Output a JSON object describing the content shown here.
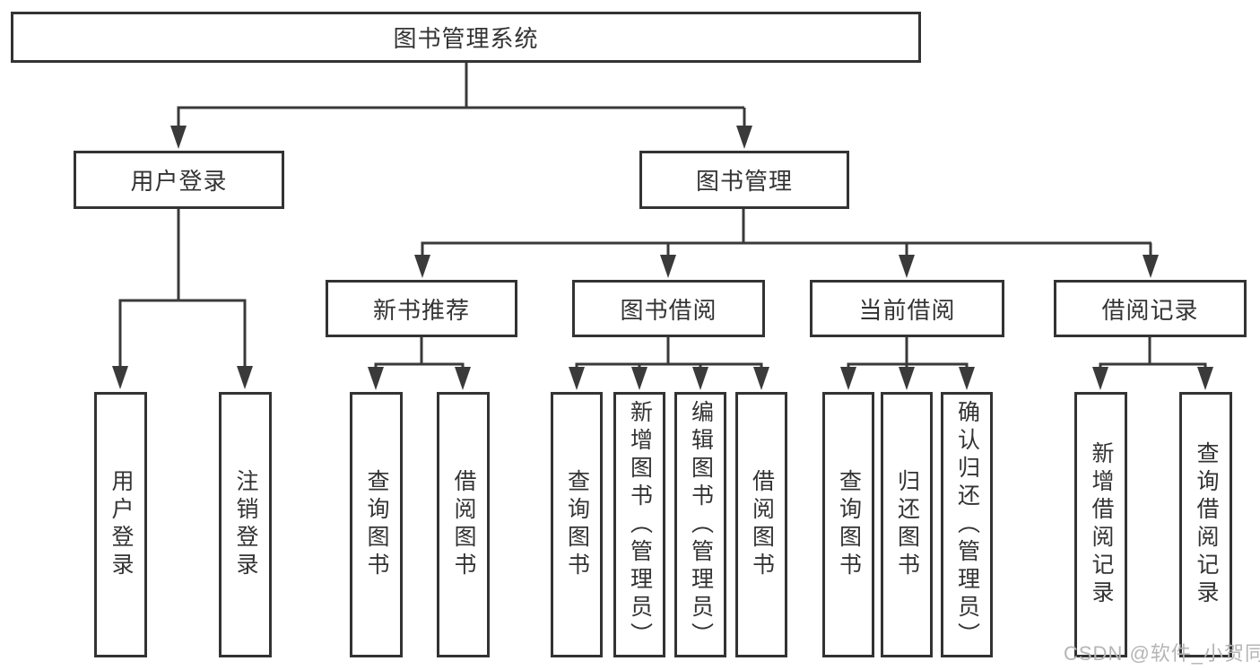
{
  "diagram": {
    "colors": {
      "line": "#3a3a3a",
      "border": "#333333",
      "text": "#333333",
      "background": "#ffffff",
      "watermark": "#b5b5b5"
    },
    "tree": {
      "label": "图书管理系统",
      "children": [
        {
          "label": "用户登录",
          "children": [
            {
              "label": "用户登录"
            },
            {
              "label": "注销登录"
            }
          ]
        },
        {
          "label": "图书管理",
          "children": [
            {
              "label": "新书推荐",
              "children": [
                {
                  "label": "查询图书"
                },
                {
                  "label": "借阅图书"
                }
              ]
            },
            {
              "label": "图书借阅",
              "children": [
                {
                  "label": "查询图书"
                },
                {
                  "label": "新增图书（管理员）"
                },
                {
                  "label": "编辑图书（管理员）"
                },
                {
                  "label": "借阅图书"
                }
              ]
            },
            {
              "label": "当前借阅",
              "children": [
                {
                  "label": "查询图书"
                },
                {
                  "label": "归还图书"
                },
                {
                  "label": "确认归还（管理员）"
                }
              ]
            },
            {
              "label": "借阅记录",
              "children": [
                {
                  "label": "新增借阅记录"
                },
                {
                  "label": "查询借阅记录"
                }
              ]
            }
          ]
        }
      ]
    },
    "watermark": {
      "text": "CSDN @软件_小贺同学"
    }
  }
}
